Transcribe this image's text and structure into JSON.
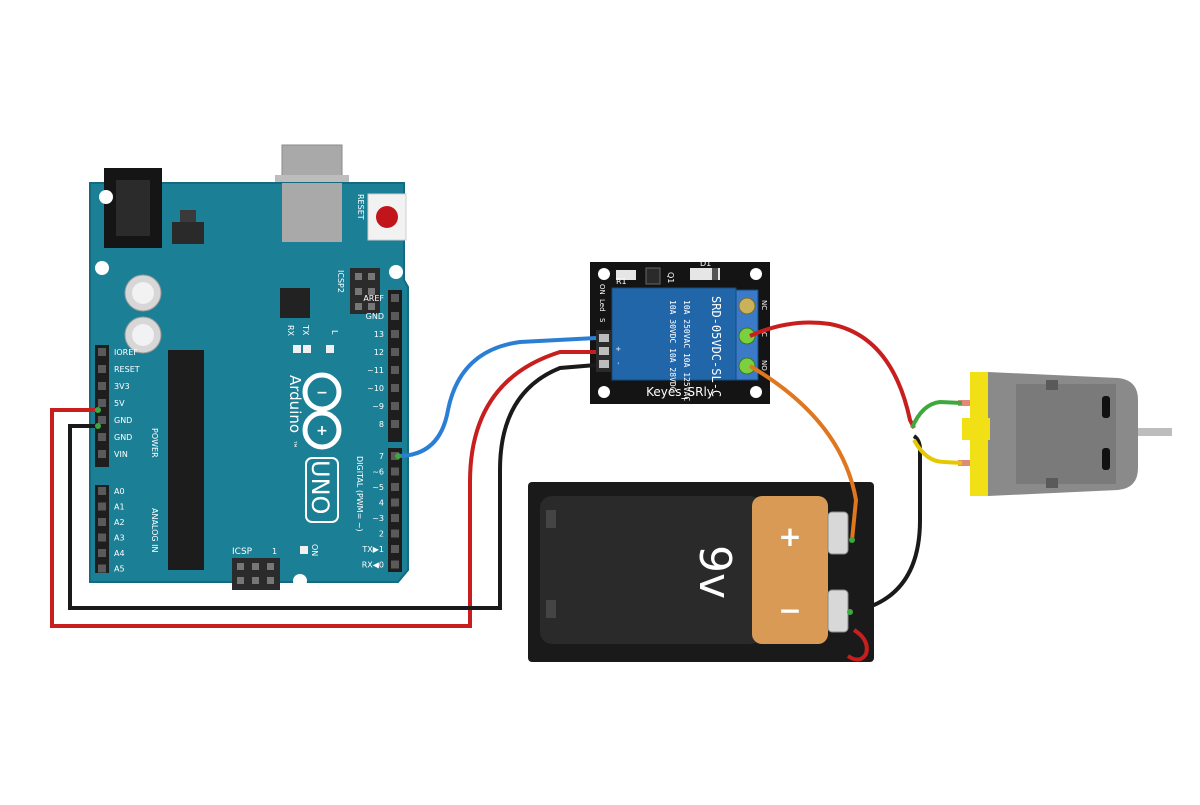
{
  "arduino": {
    "reset_label": "RESET",
    "icsp2_label": "ICSP2",
    "icsp_label": "ICSP",
    "icsp_pin1": "1",
    "tx_label": "TX",
    "rx_label": "RX",
    "l_label": "L",
    "brand_label": "Arduino",
    "tm_mark": "™",
    "model_label": "UNO",
    "on_label": "ON",
    "power_label": "POWER",
    "analog_label": "ANALOG IN",
    "digital_label": "DIGITAL (PWM= ~)",
    "power_pins": [
      "IOREF",
      "RESET",
      "3V3",
      "5V",
      "GND",
      "GND",
      "VIN"
    ],
    "analog_pins": [
      "A0",
      "A1",
      "A2",
      "A3",
      "A4",
      "A5"
    ],
    "digital_top": [
      "AREF",
      "GND",
      "13",
      "12",
      "~11",
      "~10",
      "~9",
      "8"
    ],
    "digital_bottom": [
      "7",
      "~6",
      "~5",
      "4",
      "~3",
      "2",
      "TX▶1",
      "RX◀0"
    ]
  },
  "relay": {
    "d1_label": "D1",
    "q1_label": "Q1",
    "r1_label": "R1",
    "model_line": "SRD-05VDC-SL-C",
    "rating_lines": [
      "10A 250VAC  10A 125VAC",
      "10A 30VDC  10A 28VDC"
    ],
    "brand_label": "Keyes_SRly",
    "terminal_labels": [
      "NC",
      "C",
      "NO"
    ],
    "side_labels": [
      "ON",
      "Led",
      "S",
      "+",
      "-"
    ]
  },
  "battery": {
    "voltage_label": "9v",
    "plus_label": "+",
    "minus_label": "−"
  },
  "colors": {
    "board": "#1b7f96",
    "relay": "#2266aa",
    "wire_red": "#c81e1e",
    "wire_black": "#1a1a1a",
    "wire_blue": "#2a7fd4",
    "wire_orange": "#e0761e",
    "wire_green": "#3da83d",
    "wire_yellow": "#e6c800",
    "battery_copper": "#d89a55",
    "motor_yellow": "#f2e017"
  }
}
